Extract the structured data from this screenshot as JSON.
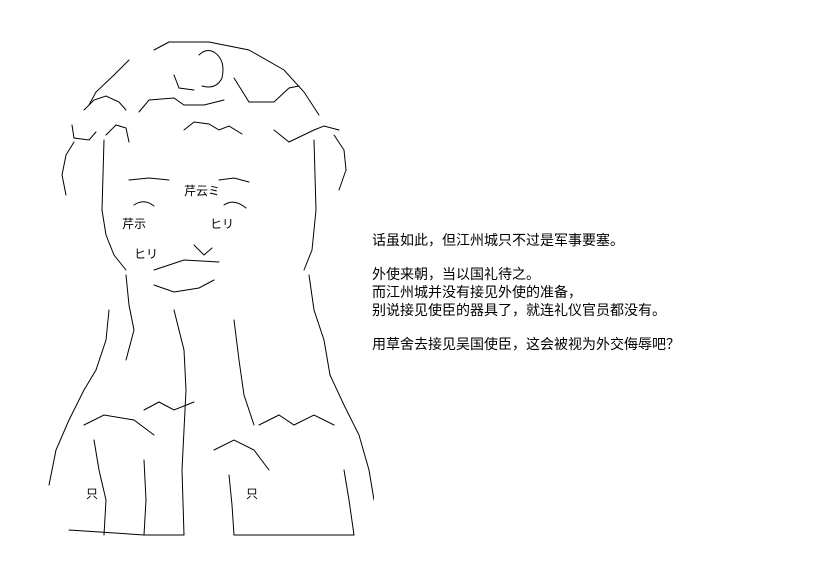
{
  "dialogue": {
    "line1": "话虽如此，但江州城只不过是军事要塞。",
    "line2": "外使来朝，当以国礼待之。",
    "line3": "而江州城并没有接见外使的准备，",
    "line4": "别说接见使臣的器具了，就连礼仪官员都没有。",
    "line5": "用草舍去接见吴国使臣，这会被视为外交侮辱吧？"
  },
  "art": {
    "hat_text": "芹云ミ",
    "face_left": "芹示",
    "face_right": "ヒリ",
    "eye_left": "ヒリ",
    "hand_left": "只",
    "hand_right": "只"
  }
}
